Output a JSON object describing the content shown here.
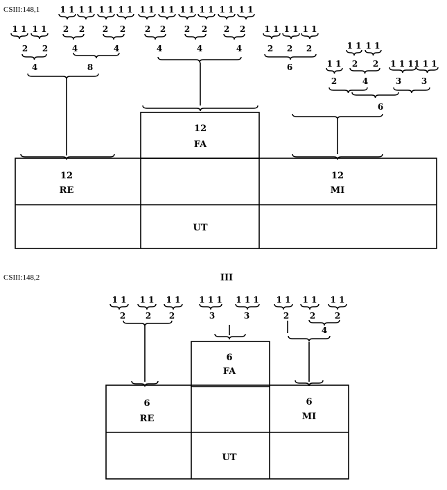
{
  "diagram1": {
    "label": "CSIII:148,1",
    "row1": [
      "1 1",
      "1 1",
      "1 1",
      "1 1",
      "1 1",
      "1 1",
      "1 1",
      "1 1",
      "1 1",
      "1 1"
    ],
    "row2_left": [
      "1 1",
      "1 1"
    ],
    "row2_mid": [
      "2",
      "2",
      "2",
      "2",
      "2",
      "2",
      "2",
      "2",
      "2",
      "2"
    ],
    "row2_right": [
      "1 1",
      "1 1",
      "1 1"
    ],
    "row3_left": [
      "2",
      "2"
    ],
    "row3_mid": [
      "4",
      "4",
      "4",
      "4",
      "4"
    ],
    "row3_right": [
      "2",
      "2",
      "2"
    ],
    "row4": [
      "4",
      "8"
    ],
    "row4_right": "6",
    "mi_branch": {
      "row1": [
        "1 1",
        "1 1"
      ],
      "row2": [
        "1 1",
        "2",
        "2",
        "1 1 1",
        "1 1 1"
      ],
      "row3": [
        "2",
        "4",
        "3",
        "3"
      ],
      "total": "6"
    },
    "fa": {
      "value": "12",
      "name": "FA"
    },
    "re": {
      "value": "12",
      "name": "RE"
    },
    "mi": {
      "value": "12",
      "name": "MI"
    },
    "ut": "UT"
  },
  "diagram2": {
    "label": "CSIII:148,2",
    "title": "III",
    "row1": [
      "1 1",
      "1 1",
      "1 1",
      "1 1 1",
      "1 1 1",
      "1 1",
      "1 1",
      "1 1"
    ],
    "row2": [
      "2",
      "2",
      "2",
      "3",
      "3",
      "2",
      "2",
      "2"
    ],
    "mi_total": "4",
    "fa": {
      "value": "6",
      "name": "FA"
    },
    "re": {
      "value": "6",
      "name": "RE"
    },
    "mi": {
      "value": "6",
      "name": "MI"
    },
    "ut": "UT"
  }
}
